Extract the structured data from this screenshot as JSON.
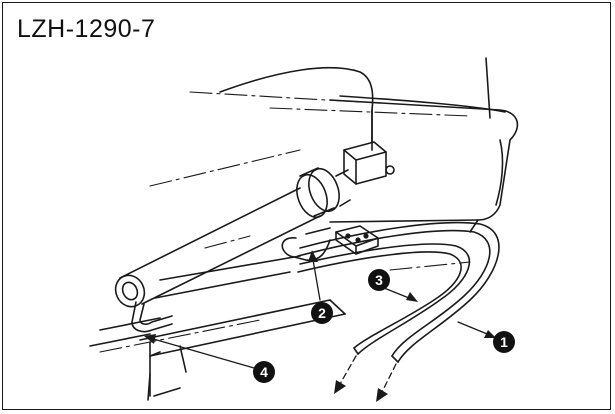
{
  "diagram": {
    "model_label": "LZH-1290-7",
    "callouts": [
      {
        "id": "1",
        "label": "1",
        "part": "tube"
      },
      {
        "id": "2",
        "label": "2",
        "part": "clamp"
      },
      {
        "id": "3",
        "label": "3",
        "part": "tube"
      },
      {
        "id": "4",
        "label": "4",
        "part": "pipe-end"
      }
    ]
  }
}
